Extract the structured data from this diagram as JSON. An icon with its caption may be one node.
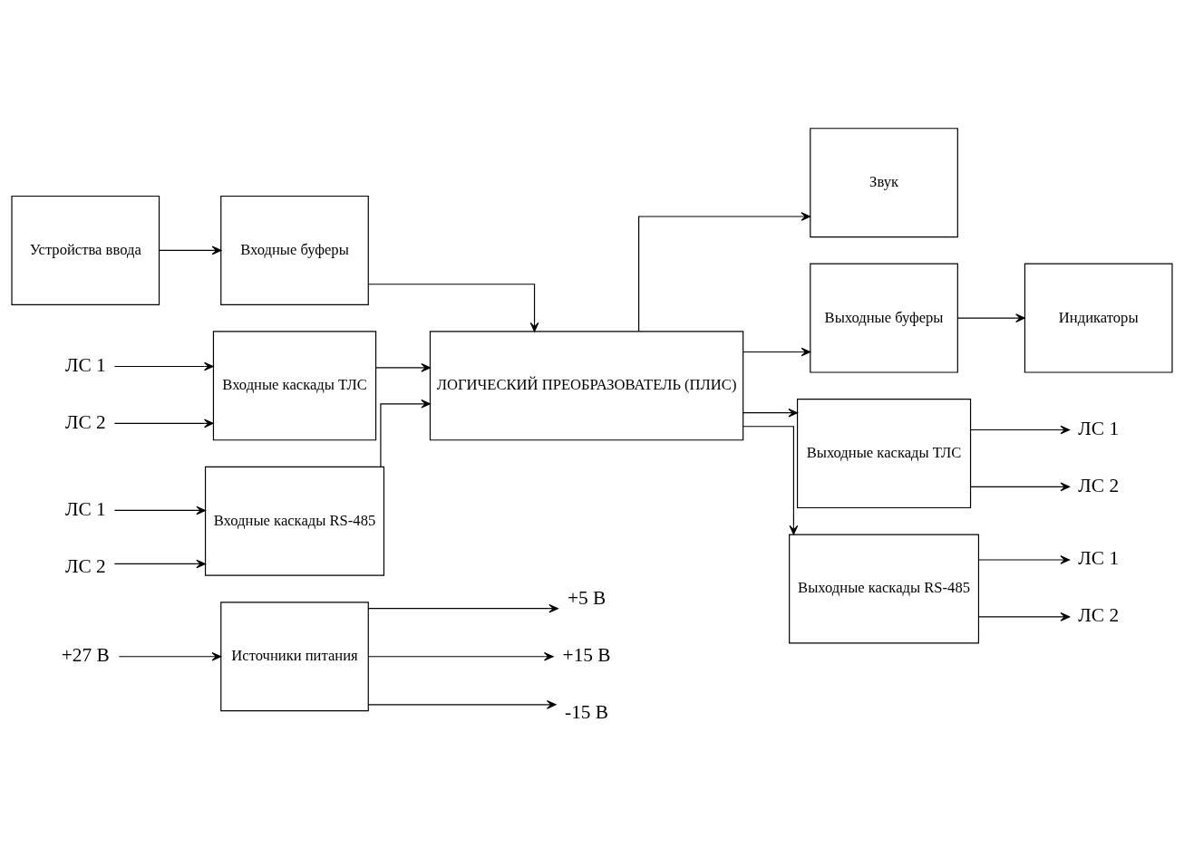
{
  "diagram": {
    "nodes": [
      {
        "text": [
          "+27 В"
        ]
      },
      {
        "text": [
          "Источники питания"
        ]
      },
      {
        "text": [
          "+5 В"
        ]
      },
      {
        "text": [
          "+15 В"
        ]
      },
      {
        "text": [
          "-15 В"
        ]
      },
      {
        "text": [
          "Звук"
        ]
      },
      {
        "text": [
          "Устройства ввода"
        ]
      },
      {
        "text": [
          "Входные буферы"
        ]
      },
      {
        "text": [
          "Выходные буферы"
        ]
      },
      {
        "text": [
          "Индикаторы"
        ]
      },
      {
        "text": [
          "ЛС 1"
        ]
      },
      {
        "text": [
          "ЛС 2"
        ]
      },
      {
        "text": [
          "Входные каскады ТЛС"
        ]
      },
      {
        "text": [
          "ЛОГИЧЕСКИЙ ПРЕОБРАЗОВАТЕЛЬ (ПЛИС)"
        ]
      },
      {
        "text": [
          "Выходные каскады ТЛС"
        ]
      },
      {
        "text": [
          "ЛС 1"
        ]
      },
      {
        "text": [
          "ЛС 2"
        ]
      },
      {
        "text": [
          "ЛС 1"
        ]
      },
      {
        "text": [
          "ЛС 2"
        ]
      },
      {
        "text": [
          "Входные каскады RS-485"
        ]
      },
      {
        "text": [
          "Выходные каскады RS-485"
        ]
      },
      {
        "text": [
          "ЛС 1"
        ]
      },
      {
        "text": [
          "ЛС 2"
        ]
      }
    ],
    "edges": [
      {
        "from": 0,
        "to": 1,
        "arrow": "to"
      },
      {
        "from": 1,
        "to": 2,
        "arrow": "to"
      },
      {
        "from": 1,
        "to": 3,
        "arrow": "to"
      },
      {
        "from": 1,
        "to": 4,
        "arrow": "to"
      },
      {
        "from": 13,
        "to": 5,
        "arrow": "to"
      },
      {
        "from": 6,
        "to": 7,
        "arrow": "to"
      },
      {
        "from": 7,
        "to": 13,
        "arrow": "to"
      },
      {
        "from": 13,
        "to": 8,
        "arrow": "to"
      },
      {
        "from": 8,
        "to": 9,
        "arrow": "to"
      },
      {
        "from": 10,
        "to": 12,
        "arrow": "to"
      },
      {
        "from": 11,
        "to": 12,
        "arrow": "to"
      },
      {
        "from": 12,
        "to": 13,
        "arrow": "to"
      },
      {
        "from": 13,
        "to": 14,
        "arrow": "to"
      },
      {
        "from": 14,
        "to": 15,
        "arrow": "to"
      },
      {
        "from": 14,
        "to": 16,
        "arrow": "to"
      },
      {
        "from": 17,
        "to": 19,
        "arrow": "to"
      },
      {
        "from": 18,
        "to": 19,
        "arrow": "to"
      },
      {
        "from": 19,
        "to": 13,
        "arrow": "to"
      },
      {
        "from": 13,
        "to": 20,
        "arrow": "to"
      },
      {
        "from": 20,
        "to": 21,
        "arrow": "to"
      },
      {
        "from": 20,
        "to": 22,
        "arrow": "to"
      }
    ]
  }
}
